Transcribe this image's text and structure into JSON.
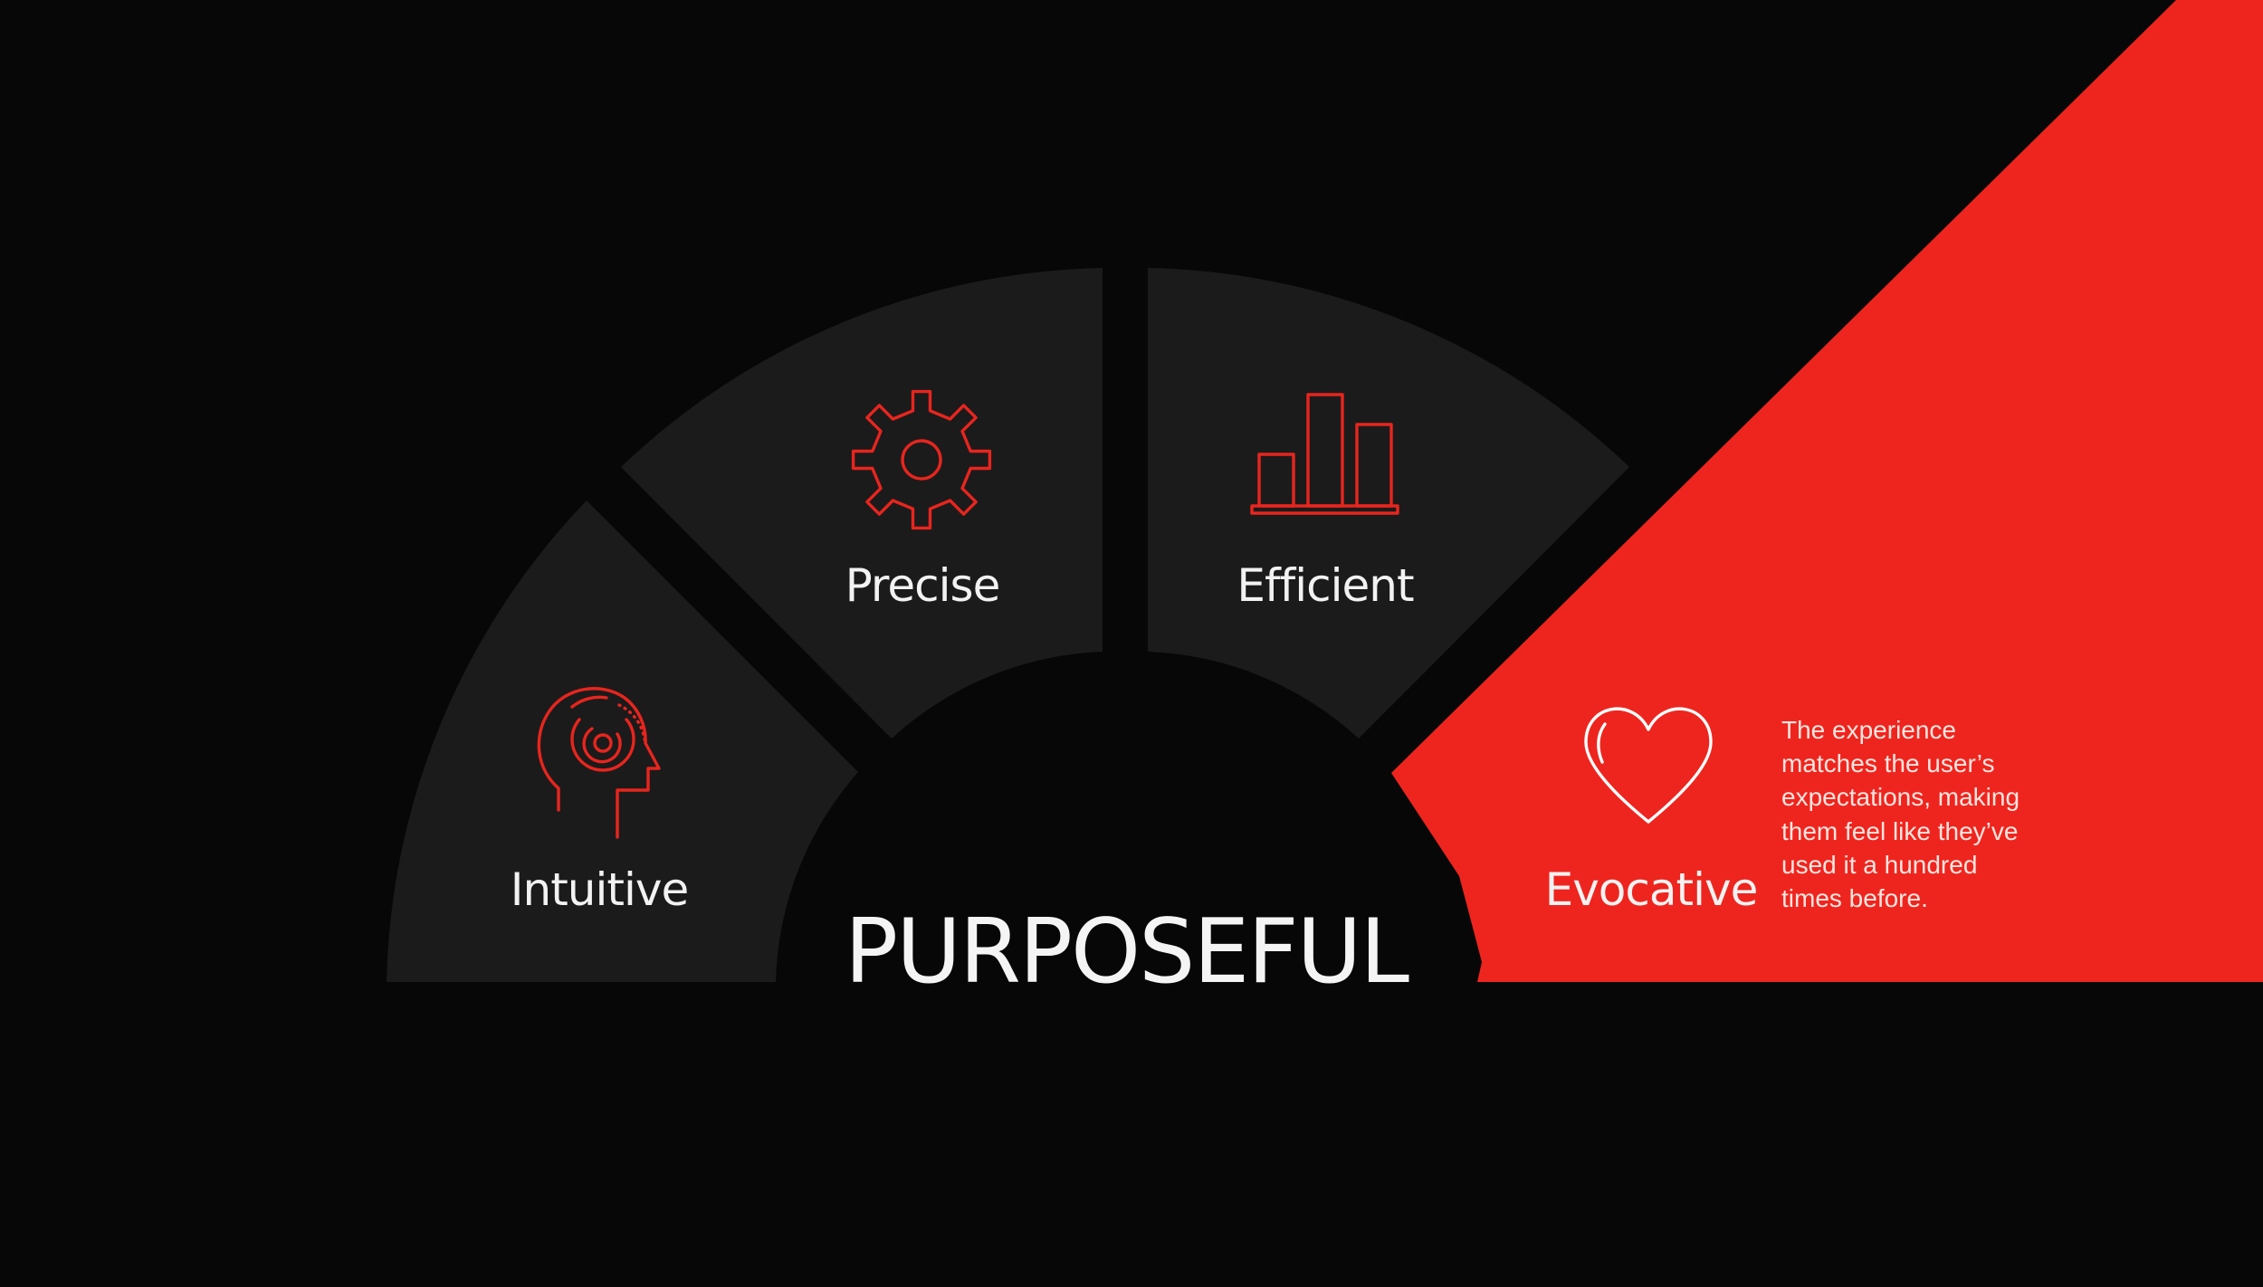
{
  "center_title": "PURPOSEFUL",
  "segments": [
    {
      "label": "Intuitive",
      "icon": "head-target-icon"
    },
    {
      "label": "Precise",
      "icon": "gear-icon"
    },
    {
      "label": "Efficient",
      "icon": "bar-chart-icon"
    },
    {
      "label": "Evocative",
      "icon": "heart-icon",
      "highlighted": true
    }
  ],
  "description": {
    "lines": [
      "The experience",
      "matches the user’s",
      "expectations, making",
      "them feel like they’ve",
      "used it a hundred",
      "times before."
    ]
  },
  "colors": {
    "background": "#070707",
    "segment": "#1b1b1b",
    "accent": "#ee251e",
    "text": "#f2f2f2"
  }
}
